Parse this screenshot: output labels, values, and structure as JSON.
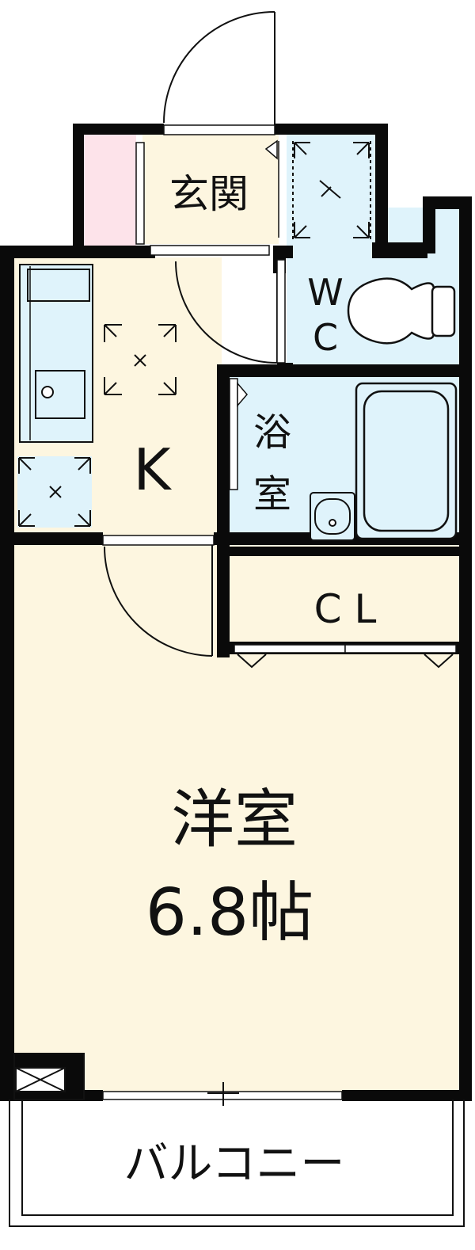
{
  "rooms": {
    "entrance": "玄関",
    "wc_line1": "W",
    "wc_line2": "C",
    "kitchen": "K",
    "bath_line1": "浴",
    "bath_line2": "室",
    "closet": "C L",
    "western_room": "洋室",
    "western_room_size": "6.8帖",
    "balcony": "バルコニー"
  },
  "colors": {
    "wall": "#0a0a0a",
    "floor_cream": "#fdf6e0",
    "wet_blue": "#dff3fb",
    "closet_pink": "#fde3ea"
  }
}
